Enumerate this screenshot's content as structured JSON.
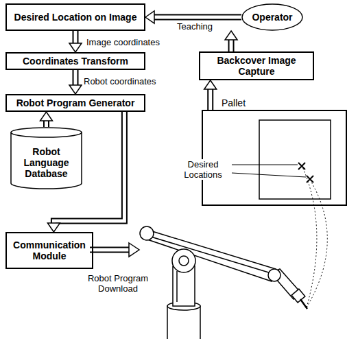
{
  "diagram": {
    "nodes": [
      {
        "text": [
          "Desired Location on Image"
        ]
      },
      {
        "text": [
          "Operator"
        ]
      },
      {
        "text": [
          "Coordinates Transform"
        ]
      },
      {
        "text": [
          "Backcover Image Capture"
        ]
      },
      {
        "text": [
          "Robot Program Generator"
        ]
      },
      {
        "text": [
          "Robot Language Database"
        ]
      },
      {
        "text": [
          "Pallet"
        ]
      },
      {
        "text": [
          "Communication Module"
        ]
      }
    ],
    "edges": [
      {
        "from": 1,
        "to": 0,
        "arrow": "to",
        "label": "Teaching"
      },
      {
        "from": 0,
        "to": 2,
        "arrow": "to",
        "label": "Image coordinates"
      },
      {
        "from": 2,
        "to": 4,
        "arrow": "to",
        "label": "Robot coordinates"
      },
      {
        "from": 5,
        "to": 4,
        "arrow": "to"
      },
      {
        "from": 4,
        "to": 7,
        "arrow": "to"
      },
      {
        "from": 6,
        "to": 3,
        "arrow": "to"
      },
      {
        "from": 3,
        "to": 1,
        "arrow": "to"
      }
    ],
    "labels": [
      "Desired Locations",
      "Robot Program Download"
    ]
  }
}
